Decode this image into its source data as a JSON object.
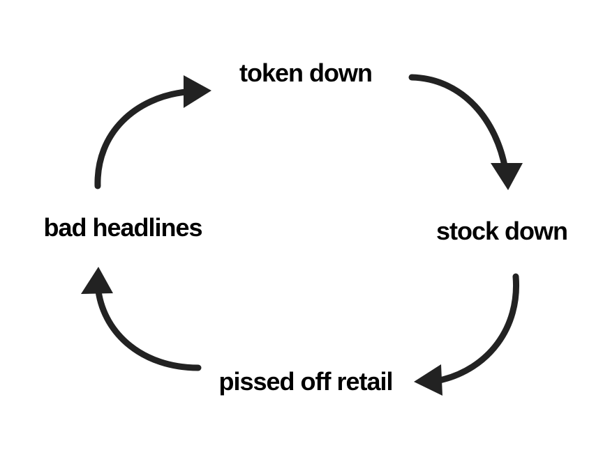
{
  "colors": {
    "background": "#ffffff",
    "ink": "#222222"
  },
  "nodes": {
    "top": "token down",
    "right": "stock down",
    "bottom": "pissed off retail",
    "left": "bad headlines"
  }
}
